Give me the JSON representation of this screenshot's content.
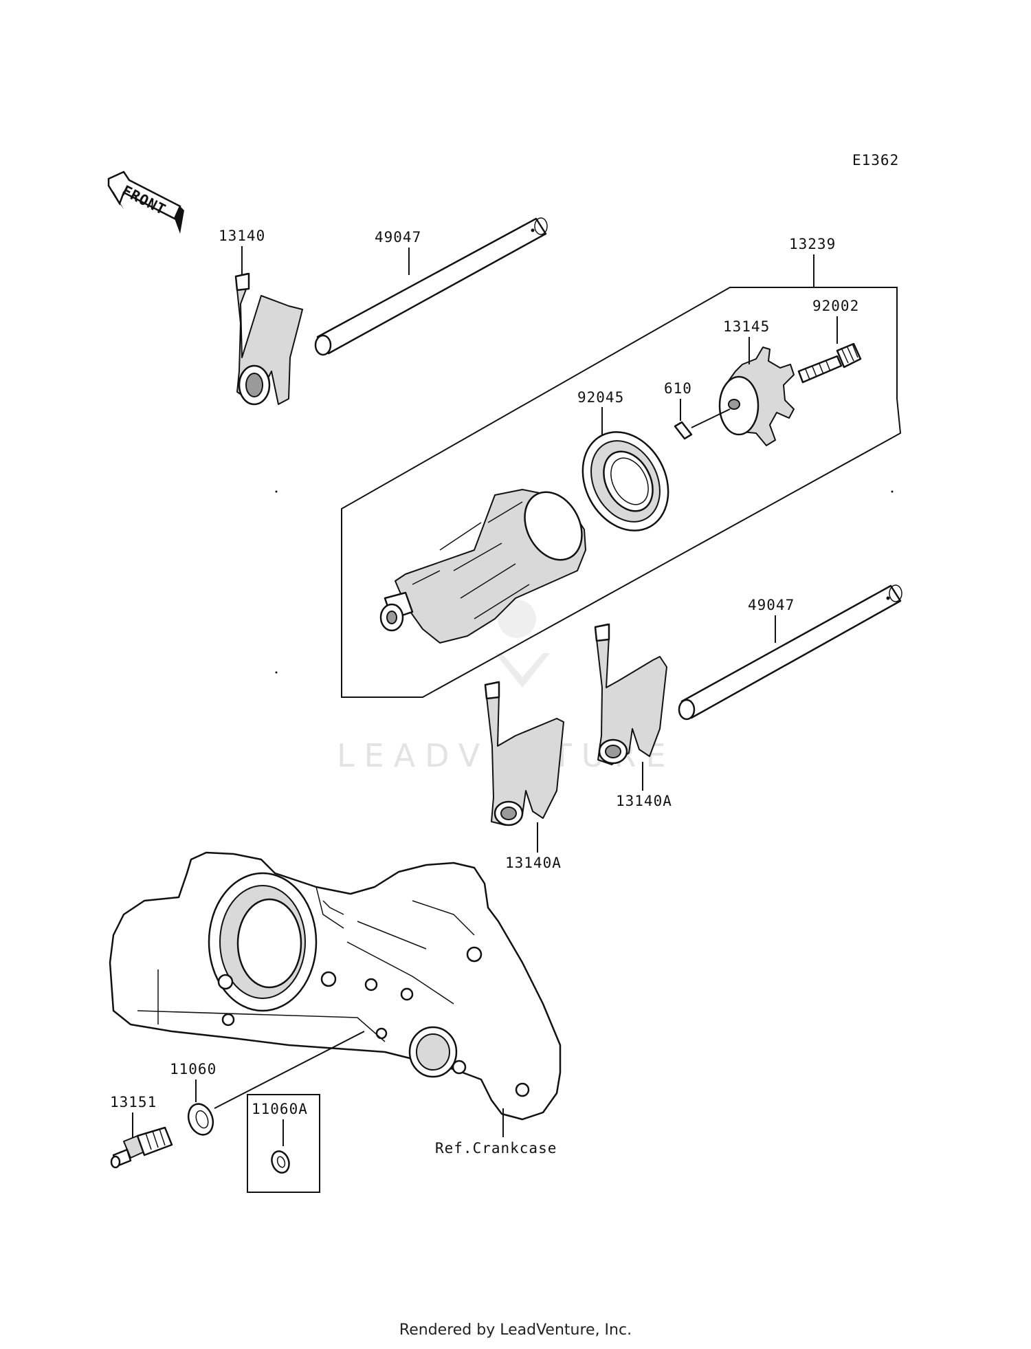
{
  "diagram_code": "E1362",
  "front_label": "FRONT",
  "watermark": "LEADVENTURE",
  "labels": {
    "fork_top": "13140",
    "shaft_top": "49047",
    "drum_assy": "13239",
    "bolt": "92002",
    "star": "13145",
    "pin": "610",
    "bearing": "92045",
    "shaft_right": "49047",
    "fork_right": "13140A",
    "fork_middle": "13140A",
    "washer": "11060",
    "washer_alt": "11060A",
    "switch": "13151",
    "crankcase_ref": "Ref.Crankcase"
  },
  "footer": "Rendered by LeadVenture, Inc."
}
